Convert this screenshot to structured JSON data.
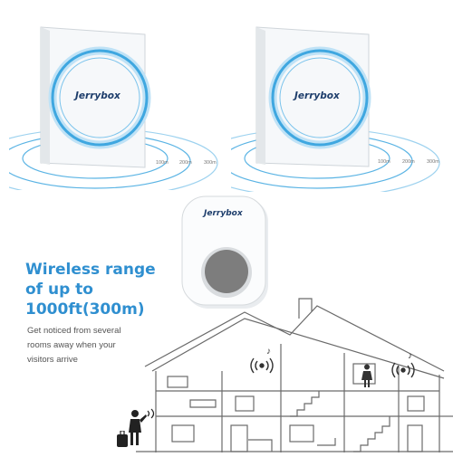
{
  "product": {
    "brand": "Jerrybox",
    "receiver_left_brand": "Jerrybox",
    "receiver_right_brand": "Jerrybox",
    "button_brand": "Jerrybox"
  },
  "range_labels": {
    "left": [
      "100m",
      "200m",
      "300m"
    ],
    "right": [
      "100m",
      "200m",
      "300m"
    ]
  },
  "headline": {
    "line1": "Wireless range",
    "line2": "of up to",
    "line3": "1000ft(300m)"
  },
  "subtext": {
    "line1": "Get noticed from several",
    "line2": "rooms away when your",
    "line3": "visitors arrive"
  },
  "colors": {
    "accent_blue": "#2f8fd0",
    "ring_blue": "#3fa7e0",
    "brand_navy": "#1d3d6b",
    "button_gray": "#7d7d7d",
    "line_gray": "#6a6a6a"
  },
  "icons": [
    "wireless-signal-icon",
    "music-note-icon",
    "person-icon",
    "suitcase-icon"
  ]
}
